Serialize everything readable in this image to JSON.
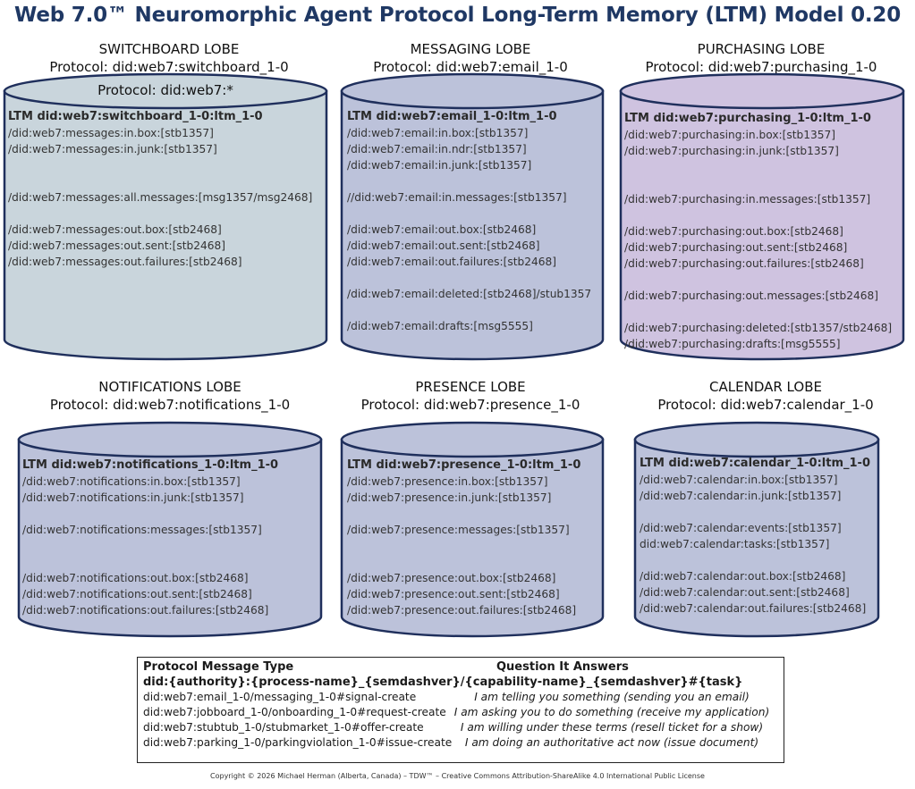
{
  "title": "Web 7.0™ Neuromorphic Agent Protocol Long-Term Memory (LTM) Model 0.20",
  "colors": {
    "title": "#1f3864",
    "cylinder_outline": "#1f2f5c",
    "switchboard_fill": "#c9d5dc",
    "messaging_fill": "#bcc2da",
    "purchasing_fill": "#cfc3e0",
    "notifications_fill": "#bcc2da",
    "presence_fill": "#bcc2da",
    "calendar_fill": "#bcc2da"
  },
  "lobes": {
    "switchboard": {
      "name": "SWITCHBOARD LOBE",
      "protocol": "Protocol: did:web7:switchboard_1-0",
      "protocol2": "Protocol: did:web7:*",
      "ltm": "LTM did:web7:switchboard_1-0:ltm_1-0",
      "entries": [
        "/did:web7:messages:in.box:[stb1357]",
        "/did:web7:messages:in.junk:[stb1357]",
        "",
        "",
        "/did:web7:messages:all.messages:[msg1357/msg2468]",
        "",
        "/did:web7:messages:out.box:[stb2468]",
        "/did:web7:messages:out.sent:[stb2468]",
        "/did:web7:messages:out.failures:[stb2468]"
      ]
    },
    "messaging": {
      "name": "MESSAGING LOBE",
      "protocol": "Protocol: did:web7:email_1-0",
      "ltm": "LTM did:web7:email_1-0:ltm_1-0",
      "entries": [
        "/did:web7:email:in.box:[stb1357]",
        "/did:web7:email:in.ndr:[stb1357]",
        "/did:web7:email:in.junk:[stb1357]",
        "",
        "//did:web7:email:in.messages:[stb1357]",
        "",
        "/did:web7:email:out.box:[stb2468]",
        "/did:web7:email:out.sent:[stb2468]",
        "/did:web7:email:out.failures:[stb2468]",
        "",
        "/did:web7:email:deleted:[stb2468]/stub1357",
        "",
        "/did:web7:email:drafts:[msg5555]"
      ]
    },
    "purchasing": {
      "name": "PURCHASING LOBE",
      "protocol": "Protocol: did:web7:purchasing_1-0",
      "ltm": "LTM did:web7:purchasing_1-0:ltm_1-0",
      "entries": [
        "/did:web7:purchasing:in.box:[stb1357]",
        "/did:web7:purchasing:in.junk:[stb1357]",
        "",
        "",
        "/did:web7:purchasing:in.messages:[stb1357]",
        "",
        "/did:web7:purchasing:out.box:[stb2468]",
        "/did:web7:purchasing:out.sent:[stb2468]",
        "/did:web7:purchasing:out.failures:[stb2468]",
        "",
        "/did:web7:purchasing:out.messages:[stb2468]",
        "",
        "/did:web7:purchasing:deleted:[stb1357/stb2468]",
        "/did:web7:purchasing:drafts:[msg5555]"
      ]
    },
    "notifications": {
      "name": "NOTIFICATIONS LOBE",
      "protocol": "Protocol: did:web7:notifications_1-0",
      "ltm": "LTM did:web7:notifications_1-0:ltm_1-0",
      "entries": [
        "/did:web7:notifications:in.box:[stb1357]",
        "/did:web7:notifications:in.junk:[stb1357]",
        "",
        "/did:web7:notifications:messages:[stb1357]",
        "",
        "",
        "/did:web7:notifications:out.box:[stb2468]",
        "/did:web7:notifications:out.sent:[stb2468]",
        "/did:web7:notifications:out.failures:[stb2468]"
      ]
    },
    "presence": {
      "name": "PRESENCE LOBE",
      "protocol": "Protocol: did:web7:presence_1-0",
      "ltm": "LTM did:web7:presence_1-0:ltm_1-0",
      "entries": [
        "/did:web7:presence:in.box:[stb1357]",
        "/did:web7:presence:in.junk:[stb1357]",
        "",
        "/did:web7:presence:messages:[stb1357]",
        "",
        "",
        "/did:web7:presence:out.box:[stb2468]",
        "/did:web7:presence:out.sent:[stb2468]",
        "/did:web7:presence:out.failures:[stb2468]"
      ]
    },
    "calendar": {
      "name": "CALENDAR LOBE",
      "protocol": "Protocol: did:web7:calendar_1-0",
      "ltm": "LTM did:web7:calendar_1-0:ltm_1-0",
      "entries": [
        "/did:web7:calendar:in.box:[stb1357]",
        "/did:web7:calendar:in.junk:[stb1357]",
        "",
        "/did:web7:calendar:events:[stb1357]",
        "did:web7:calendar:tasks:[stb1357]",
        "",
        "/did:web7:calendar:out.box:[stb2468]",
        "/did:web7:calendar:out.sent:[stb2468]",
        "/did:web7:calendar:out.failures:[stb2468]"
      ]
    }
  },
  "table": {
    "col1_header": "Protocol Message Type",
    "col2_header": "Question It Answers",
    "pattern": "did:{authority}:{process-name}_{semdashver}/{capability-name}_{semdashver}#{task}",
    "rows": [
      {
        "type": "did:web7:email_1-0/messaging_1-0#signal-create",
        "answer": "I am telling you something (sending you an email)"
      },
      {
        "type": "did:web7:jobboard_1-0/onboarding_1-0#request-create",
        "answer": "I am asking you to do something (receive my application)"
      },
      {
        "type": "did:web7:stubtub_1-0/stubmarket_1-0#offer-create",
        "answer": "I am willing under these terms (resell ticket for a show)"
      },
      {
        "type": "did:web7:parking_1-0/parkingviolation_1-0#issue-create",
        "answer": "I am doing an authoritative act now (issue document)"
      }
    ]
  },
  "copyright": "Copyright © 2026 Michael Herman (Alberta, Canada) – TDW™ – Creative Commons Attribution-ShareAlike 4.0 International Public License"
}
